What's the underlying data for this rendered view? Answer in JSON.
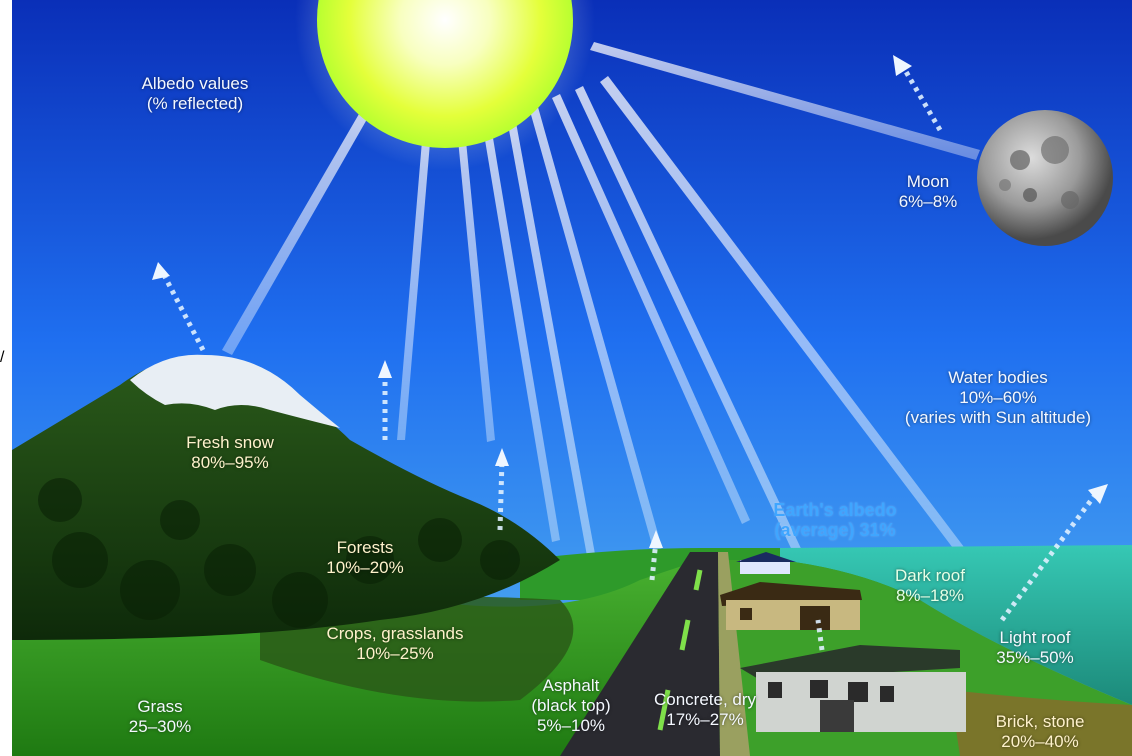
{
  "colors": {
    "sky_top": "#0a2fb8",
    "sky_mid": "#1f6ff0",
    "sky_low": "#4fb0f0",
    "sun": "#f2ff5a",
    "moon": "#8a8a8a",
    "earth_albedo": "#3fa6ff",
    "mountain": "#1a3d12",
    "snow": "#e8eef4",
    "grass": "#2f8f1e",
    "water": "#2fb5a6",
    "road": "#2a2a30"
  },
  "icons": [
    "sun-icon",
    "moon-icon",
    "house-icon",
    "house-icon",
    "house-icon"
  ],
  "labels": {
    "albedo_values": {
      "line1": "Albedo values",
      "line2": "(% reflected)"
    },
    "moon": {
      "line1": "Moon",
      "line2": "6%–8%"
    },
    "water_bodies": {
      "line1": "Water bodies",
      "line2": "10%–60%",
      "line3": "(varies with Sun altitude)"
    },
    "fresh_snow": {
      "line1": "Fresh snow",
      "line2": "80%–95%"
    },
    "earth_albedo": {
      "line1": "Earth's albedo",
      "line2": "(average) 31%"
    },
    "forests": {
      "line1": "Forests",
      "line2": "10%–20%"
    },
    "dark_roof": {
      "line1": "Dark roof",
      "line2": "8%–18%"
    },
    "crops": {
      "line1": "Crops, grasslands",
      "line2": "10%–25%"
    },
    "light_roof": {
      "line1": "Light roof",
      "line2": "35%–50%"
    },
    "grass": {
      "line1": "Grass",
      "line2": "25–30%"
    },
    "asphalt": {
      "line1": "Asphalt",
      "line2": "(black top)",
      "line3": "5%–10%"
    },
    "concrete": {
      "line1": "Concrete, dry",
      "line2": "17%–27%"
    },
    "brick": {
      "line1": "Brick, stone",
      "line2": "20%–40%"
    }
  }
}
